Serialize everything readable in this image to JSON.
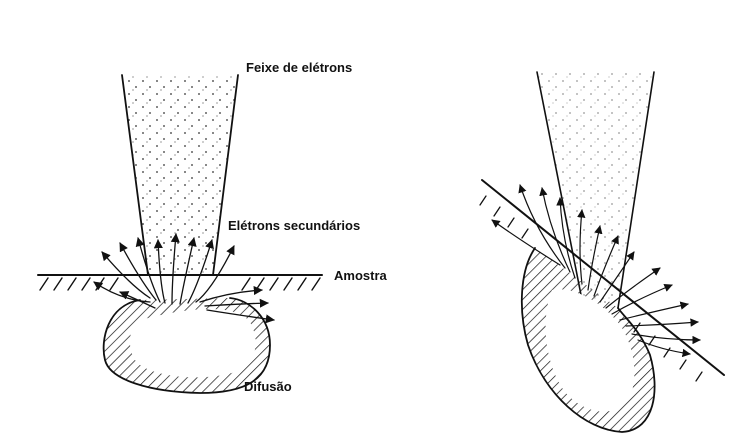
{
  "labels": {
    "beam": "Feixe de elétrons",
    "secondary": "Elétrons secundários",
    "sample": "Amostra",
    "diffusion": "Difusão"
  },
  "colors": {
    "ink": "#111111",
    "background": "#ffffff"
  }
}
